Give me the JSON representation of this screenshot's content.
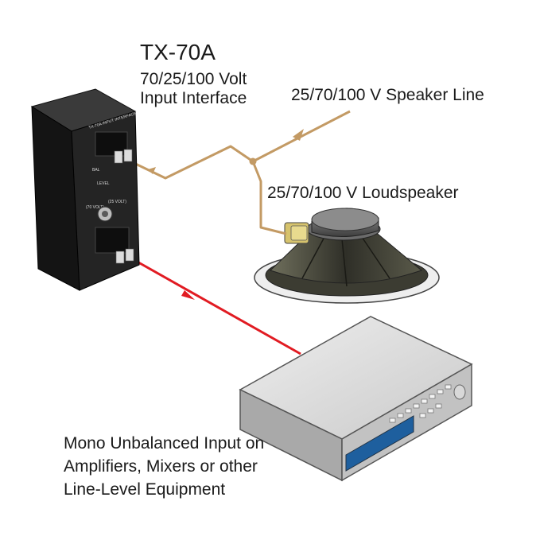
{
  "device": {
    "model": "TX-70A",
    "description_line1": "70/25/100 Volt",
    "description_line2": "Input Interface"
  },
  "speaker_line": {
    "label": "25/70/100 V Speaker Line"
  },
  "loudspeaker": {
    "label": "25/70/100 V Loudspeaker"
  },
  "output": {
    "line1": "Mono Unbalanced Input on",
    "line2": "Amplifiers, Mixers or other",
    "line3": "Line-Level Equipment"
  },
  "colors": {
    "speaker_wire": "#c39a64",
    "signal_wire": "#e11b22",
    "device_body": "#1c1c1c",
    "rack_unit": "#d4d4d4",
    "display": "#1e5f9e"
  },
  "icons": {
    "device": "tx-70a-interface-box",
    "speaker": "loudspeaker-cone",
    "amplifier": "rack-amplifier"
  }
}
